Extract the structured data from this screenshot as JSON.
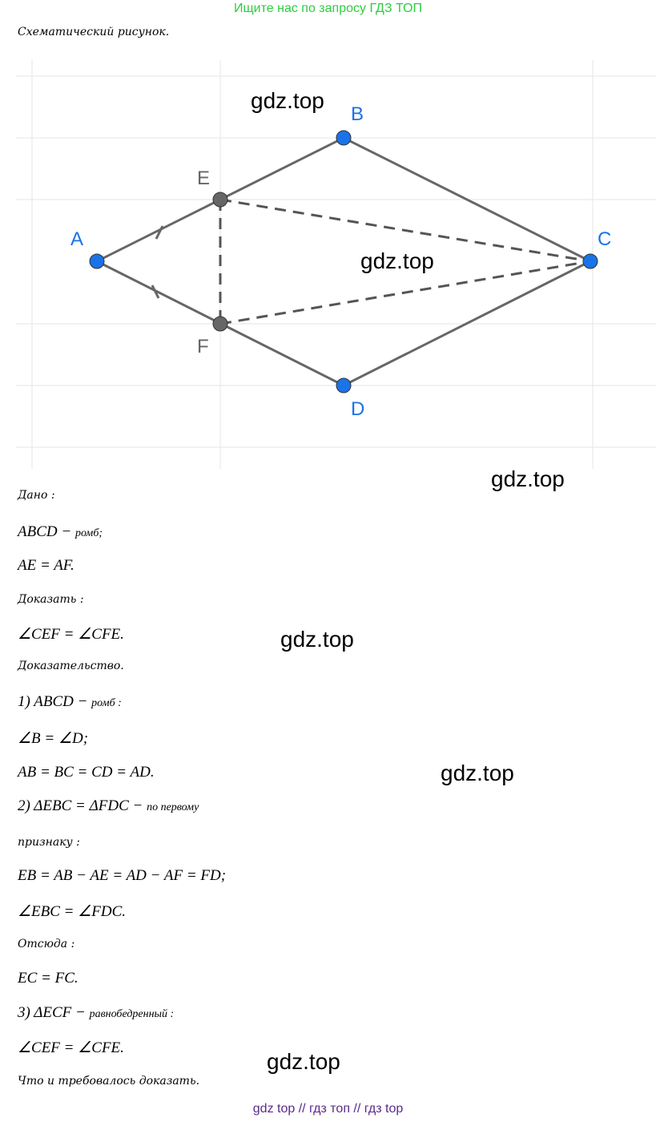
{
  "banner": "Ищите нас по запросу ГДЗ ТОП",
  "caption": "Схематический рисунок.",
  "figure": {
    "points": {
      "A": "A",
      "B": "B",
      "C": "C",
      "D": "D",
      "E": "E",
      "F": "F"
    },
    "point_color": "#1a73e8",
    "inner_point_color": "#666666"
  },
  "lines": [
    {
      "text": "Дано :",
      "kind": "small"
    },
    {
      "text": "ABCD − ",
      "note": "ромб;",
      "kind": "math"
    },
    {
      "text": "AE = AF.",
      "kind": "math"
    },
    {
      "text": "Доказать :",
      "kind": "small"
    },
    {
      "text": "∠CEF = ∠CFE.",
      "kind": "math"
    },
    {
      "text": "Доказательство.",
      "kind": "small"
    },
    {
      "text": "1) ABCD − ",
      "note": "ромб :",
      "kind": "math"
    },
    {
      "text": "∠B = ∠D;",
      "kind": "math"
    },
    {
      "text": "AB = BC = CD = AD.",
      "kind": "math"
    },
    {
      "text": "2) ΔEBC = ΔFDC − ",
      "note": "по первому",
      "kind": "math"
    },
    {
      "text": "признаку :",
      "kind": "small"
    },
    {
      "text": "EB = AB − AE = AD − AF = FD;",
      "kind": "math"
    },
    {
      "text": "∠EBC = ∠FDC.",
      "kind": "math"
    },
    {
      "text": "Отсюда :",
      "kind": "small"
    },
    {
      "text": "EC = FC.",
      "kind": "math"
    },
    {
      "text": "3) ΔECF − ",
      "note": "равнобедренный :",
      "kind": "math"
    },
    {
      "text": "∠CEF = ∠CFE.",
      "kind": "math"
    },
    {
      "text": "Что и требовалось доказать.",
      "kind": "small"
    }
  ],
  "watermark": "gdz.top",
  "footer": "gdz top  //  гдз топ  //  гдз top"
}
